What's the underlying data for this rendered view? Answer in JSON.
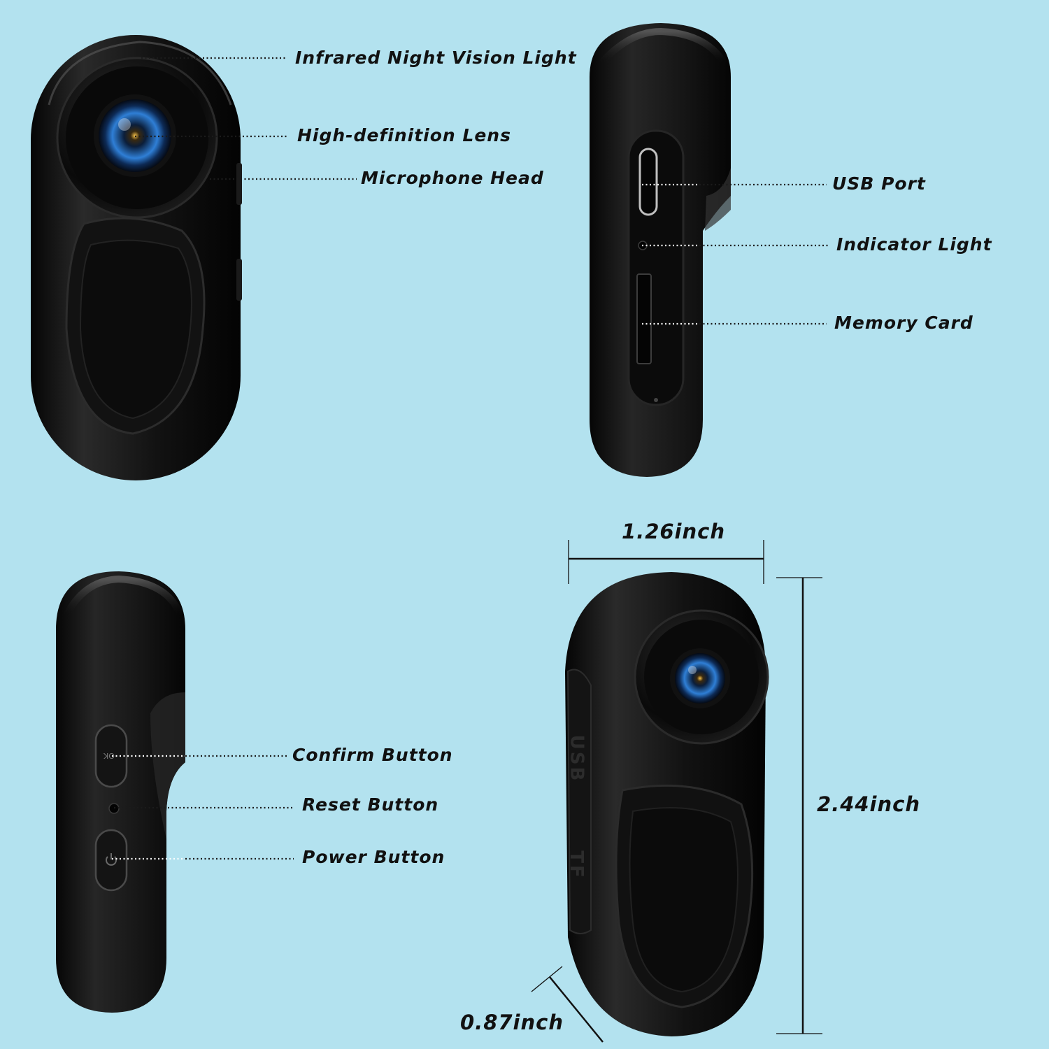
{
  "callouts": {
    "infrared_night_vision_light": "Infrared Night Vision Light",
    "high_definition_lens": "High-definition Lens",
    "microphone_head": "Microphone Head",
    "usb_port": "USB Port",
    "indicator_light": "Indicator Light",
    "memory_card": "Memory Card",
    "confirm_button": "Confirm Button",
    "reset_button": "Reset Button",
    "power_button": "Power Button"
  },
  "dimensions": {
    "width": "1.26inch",
    "height": "2.44inch",
    "depth": "0.87inch"
  },
  "device_markings": {
    "ok": "OK",
    "usb": "USB",
    "tf": "TF"
  },
  "colors": {
    "background": "#b3e2ef",
    "device_body": "#0d0d0d",
    "lens_accent": "#2f7fd6"
  },
  "icons": {
    "power": "power-icon"
  }
}
